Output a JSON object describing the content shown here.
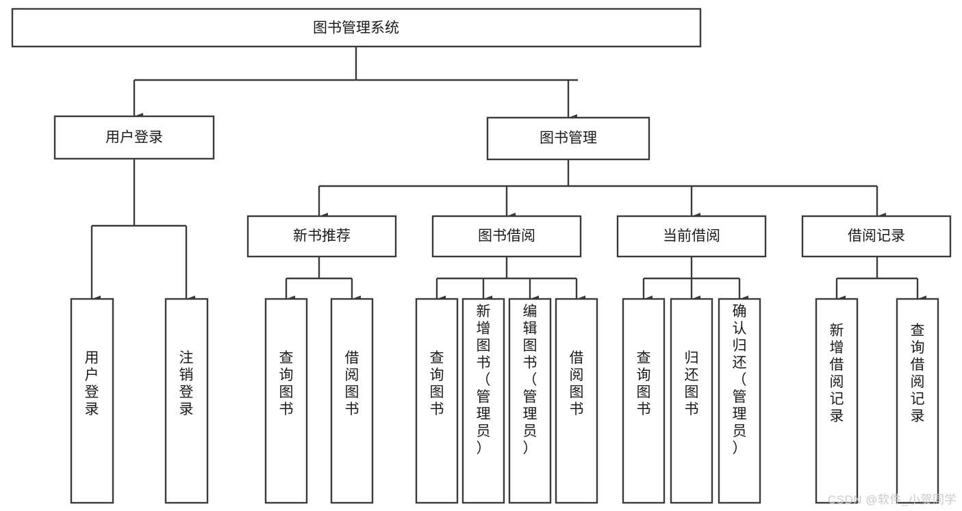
{
  "diagram": {
    "type": "tree-hierarchy-chart",
    "root": {
      "id": "root",
      "label": "图书管理系统"
    },
    "level2": [
      {
        "id": "user-login",
        "label": "用户登录"
      },
      {
        "id": "book-management",
        "label": "图书管理"
      }
    ],
    "level3": [
      {
        "id": "new-book-recommend",
        "label": "新书推荐",
        "parent": "book-management"
      },
      {
        "id": "book-borrow",
        "label": "图书借阅",
        "parent": "book-management"
      },
      {
        "id": "current-borrow",
        "label": "当前借阅",
        "parent": "book-management"
      },
      {
        "id": "borrow-record",
        "label": "借阅记录",
        "parent": "book-management"
      }
    ],
    "leaves": [
      {
        "id": "leaf-user-login",
        "label": "用户登录",
        "parent": "user-login"
      },
      {
        "id": "leaf-logout-login",
        "label": "注销登录",
        "parent": "user-login"
      },
      {
        "id": "leaf-query-book-1",
        "label": "查询图书",
        "parent": "new-book-recommend"
      },
      {
        "id": "leaf-borrow-book-1",
        "label": "借阅图书",
        "parent": "new-book-recommend"
      },
      {
        "id": "leaf-query-book-2",
        "label": "查询图书",
        "parent": "book-borrow"
      },
      {
        "id": "leaf-add-book",
        "label": "新增图书（管理员）",
        "parent": "book-borrow"
      },
      {
        "id": "leaf-edit-book",
        "label": "编辑图书（管理员）",
        "parent": "book-borrow"
      },
      {
        "id": "leaf-borrow-book-2",
        "label": "借阅图书",
        "parent": "book-borrow"
      },
      {
        "id": "leaf-query-book-3",
        "label": "查询图书",
        "parent": "current-borrow"
      },
      {
        "id": "leaf-return-book",
        "label": "归还图书",
        "parent": "current-borrow"
      },
      {
        "id": "leaf-confirm-return",
        "label": "确认归还（管理员）",
        "parent": "current-borrow"
      },
      {
        "id": "leaf-add-borrow-record",
        "label": "新增借阅记录",
        "parent": "borrow-record"
      },
      {
        "id": "leaf-query-borrow-record",
        "label": "查询借阅记录",
        "parent": "borrow-record"
      }
    ],
    "colors": {
      "box_fill": "#ffffff",
      "box_stroke": "#3a3a3a",
      "text": "#1a1a1a",
      "background": "#ffffff",
      "watermark": "#c9c9c9"
    }
  },
  "watermark": {
    "text": "CSDN @软件_小贺同学"
  }
}
